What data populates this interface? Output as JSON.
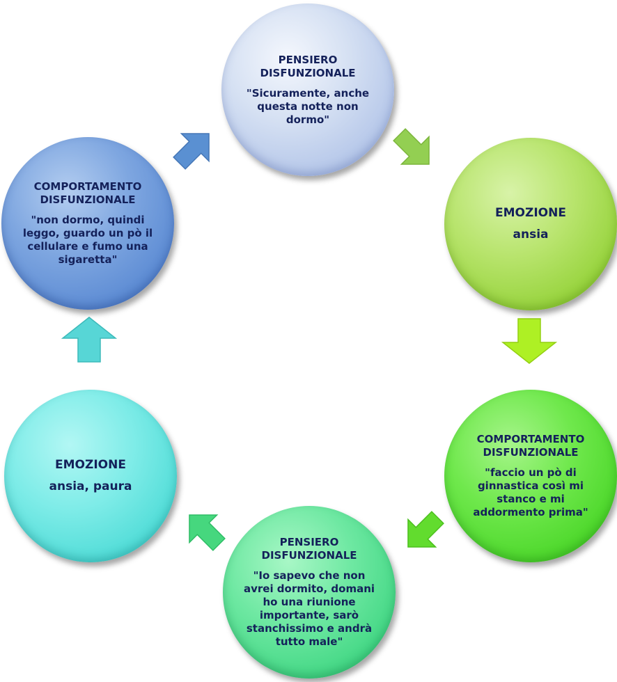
{
  "diagram": {
    "nodes": [
      {
        "title": "PENSIERO DISFUNZIONALE",
        "text": "\"Sicuramente, anche questa notte non dormo\""
      },
      {
        "title": "EMOZIONE",
        "text": "ansia"
      },
      {
        "title": "COMPORTAMENTO DISFUNZIONALE",
        "text": "\"faccio un pò di ginnastica così mi stanco e mi addormento prima\""
      },
      {
        "title": "PENSIERO DISFUNZIONALE",
        "text": "\"Io sapevo che non avrei dormito, domani ho una riunione importante, sarò stanchissimo e andrà tutto male\""
      },
      {
        "title": "EMOZIONE",
        "text": "ansia, paura"
      },
      {
        "title": "COMPORTAMENTO DISFUNZIONALE",
        "text": "\"non dormo, quindi leggo, guardo un pò il cellulare e fumo una sigaretta\""
      }
    ],
    "colors": {
      "text": "#14215a",
      "node1": "#b8c9ea",
      "node2": "#98d43e",
      "node3": "#4ed82c",
      "node4": "#45d886",
      "node5": "#52ddd8",
      "node6": "#5d8cd4",
      "arrow1": "#93cf52",
      "arrow2": "#aef024",
      "arrow3": "#62dc2e",
      "arrow4": "#46d77e",
      "arrow5": "#57d6d6",
      "arrow6": "#5a90d2"
    }
  }
}
